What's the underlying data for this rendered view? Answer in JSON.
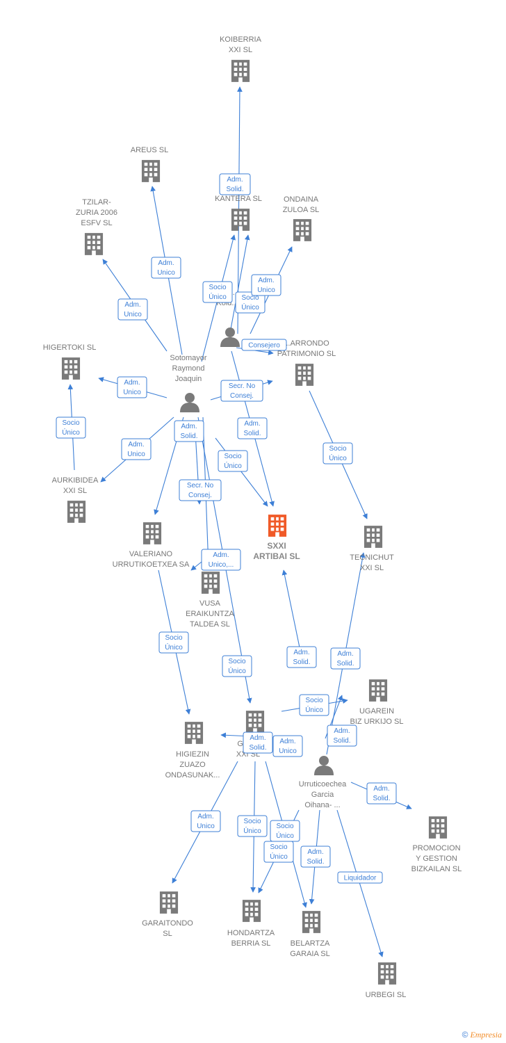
{
  "colors": {
    "edge": "#3d7fd6",
    "company": "#7a7a7a",
    "focus": "#f05a28",
    "person": "#7a7a7a",
    "text": "#777777"
  },
  "nodes": [
    {
      "id": "koiberria",
      "type": "company",
      "lines": [
        "KOIBERRIA",
        "XXI SL"
      ]
    },
    {
      "id": "areus",
      "type": "company",
      "lines": [
        "AREUS SL"
      ]
    },
    {
      "id": "kantera",
      "type": "company",
      "lines": [
        "B... ZA",
        "KANTERA  SL"
      ]
    },
    {
      "id": "ondaina",
      "type": "company",
      "lines": [
        "ONDAINA",
        "ZULOA SL"
      ]
    },
    {
      "id": "tzilar",
      "type": "company",
      "lines": [
        "TZILAR-",
        "ZURIA 2006",
        "ESFV SL"
      ]
    },
    {
      "id": "koldo",
      "type": "person",
      "lines": [
        "... ... ...",
        "Kold..."
      ]
    },
    {
      "id": "sotomayor",
      "type": "person",
      "lines": [
        "Sotomayor",
        "Raymond",
        "Joaquin"
      ]
    },
    {
      "id": "higiertoki",
      "type": "company",
      "lines": [
        "HIGERTOKI  SL"
      ]
    },
    {
      "id": "arrondo",
      "type": "company",
      "lines": [
        "...ARRONDO",
        "PATRIMONIO SL"
      ]
    },
    {
      "id": "aurkibidea",
      "type": "company",
      "lines": [
        "AURKIBIDEA",
        "XXI SL"
      ]
    },
    {
      "id": "sxxi",
      "type": "focus",
      "lines": [
        "SXXI",
        "ARTIBAI  SL"
      ]
    },
    {
      "id": "valeriano",
      "type": "company",
      "lines": [
        "VALERIANO",
        "URRUTIKOETXEA SA"
      ]
    },
    {
      "id": "tecnichut",
      "type": "company",
      "lines": [
        "TECNICHUT",
        "XXI SL"
      ]
    },
    {
      "id": "vusa",
      "type": "company",
      "lines": [
        "VUSA",
        "ERAIKUNTZA",
        "TALDEA   SL"
      ]
    },
    {
      "id": "ugarein",
      "type": "company",
      "lines": [
        "UGAREIN",
        "BIZ URKIJO  SL"
      ]
    },
    {
      "id": "galdu",
      "type": "company",
      "lines": [
        "GAL...",
        "XXI  SL"
      ]
    },
    {
      "id": "higiezin",
      "type": "company",
      "lines": [
        "HIGIEZIN",
        "ZUAZO",
        "ONDASUNAK..."
      ]
    },
    {
      "id": "urruticoechea",
      "type": "person",
      "lines": [
        "Urruticoechea",
        "Garcia",
        "Oihana- ..."
      ]
    },
    {
      "id": "promocion",
      "type": "company",
      "lines": [
        "PROMOCION",
        "Y GESTION",
        "BIZKAILAN SL"
      ]
    },
    {
      "id": "garaitondo",
      "type": "company",
      "lines": [
        "GARAITONDO",
        "SL"
      ]
    },
    {
      "id": "hondartza",
      "type": "company",
      "lines": [
        "HONDARTZA",
        "BERRIA  SL"
      ]
    },
    {
      "id": "belartza",
      "type": "company",
      "lines": [
        "BELARTZA",
        "GARAIA  SL"
      ]
    },
    {
      "id": "urbegi",
      "type": "company",
      "lines": [
        "URBEGI SL"
      ]
    }
  ],
  "edges": [
    {
      "lines": [
        "Adm.",
        "Solid."
      ]
    },
    {
      "lines": [
        "Adm.",
        "Unico"
      ]
    },
    {
      "lines": [
        "Adm.",
        "Unico"
      ]
    },
    {
      "lines": [
        "Socio",
        "Único"
      ]
    },
    {
      "lines": [
        "Socio",
        "Único"
      ]
    },
    {
      "lines": [
        "Adm.",
        "Unico"
      ]
    },
    {
      "lines": [
        "Consejero"
      ]
    },
    {
      "lines": [
        "Adm.",
        "Unico"
      ]
    },
    {
      "lines": [
        "Secr.  No",
        "Consej."
      ]
    },
    {
      "lines": [
        "Socio",
        "Único"
      ]
    },
    {
      "lines": [
        "Adm.",
        "Solid."
      ]
    },
    {
      "lines": [
        "Adm.",
        "Solid."
      ]
    },
    {
      "lines": [
        "Adm.",
        "Unico"
      ]
    },
    {
      "lines": [
        "Socio",
        "Único"
      ]
    },
    {
      "lines": [
        "Socio",
        "Único"
      ]
    },
    {
      "lines": [
        "Secr.   No",
        "Consej."
      ]
    },
    {
      "lines": [
        "Adm.",
        "Unico,..."
      ]
    },
    {
      "lines": [
        "Socio",
        "Único"
      ]
    },
    {
      "lines": [
        "Socio",
        "Único"
      ]
    },
    {
      "lines": [
        "Adm.",
        "Solid."
      ]
    },
    {
      "lines": [
        "Adm.",
        "Solid."
      ]
    },
    {
      "lines": [
        "Socio",
        "Único"
      ]
    },
    {
      "lines": [
        "Adm.",
        "Unico"
      ]
    },
    {
      "lines": [
        "Adm.",
        "Solid."
      ]
    },
    {
      "lines": [
        "Adm.",
        "Solid."
      ]
    },
    {
      "lines": [
        "Adm.",
        "Unico"
      ]
    },
    {
      "lines": [
        "Socio",
        "Único"
      ]
    },
    {
      "lines": [
        "Socio",
        "Único"
      ]
    },
    {
      "lines": [
        "Socio",
        "Único"
      ]
    },
    {
      "lines": [
        "Adm.",
        "Solid."
      ]
    },
    {
      "lines": [
        "Adm.",
        "Solid."
      ]
    },
    {
      "lines": [
        "Liquidador"
      ]
    }
  ],
  "footer": {
    "copyright": "©",
    "brand": "Empresia"
  }
}
